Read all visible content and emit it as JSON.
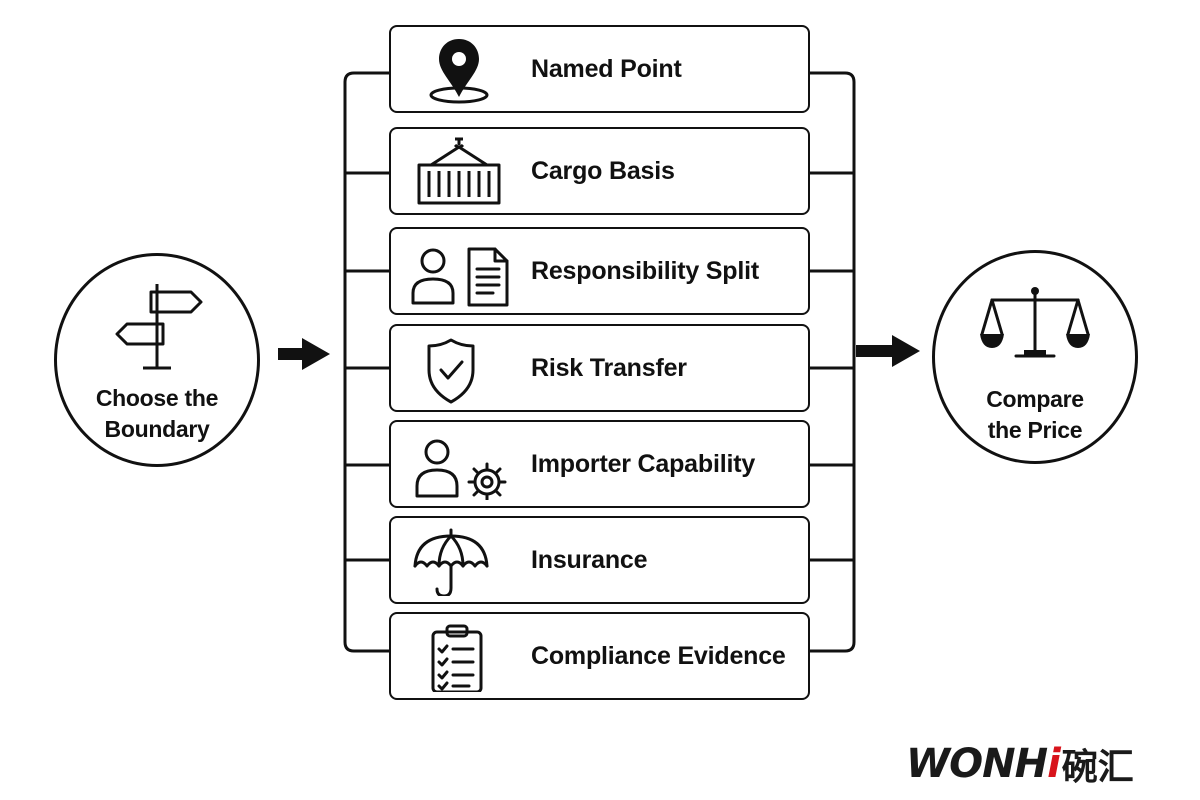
{
  "start_node": {
    "label_line1": "Choose the",
    "label_line2": "Boundary",
    "icon": "signpost-icon"
  },
  "end_node": {
    "label_line1": "Compare",
    "label_line2": "the Price",
    "icon": "balance-scale-icon"
  },
  "factors": [
    {
      "label": "Named Point",
      "icon": "location-pin-icon"
    },
    {
      "label": "Cargo Basis",
      "icon": "shipping-container-icon"
    },
    {
      "label": "Responsibility Split",
      "icon": "person-document-icon"
    },
    {
      "label": "Risk Transfer",
      "icon": "shield-check-icon"
    },
    {
      "label": "Importer Capability",
      "icon": "person-gear-icon"
    },
    {
      "label": "Insurance",
      "icon": "umbrella-icon"
    },
    {
      "label": "Compliance Evidence",
      "icon": "checklist-clipboard-icon"
    }
  ],
  "logo": {
    "latin_main": "WONH",
    "latin_accent": "i",
    "chinese": "碗汇"
  },
  "colors": {
    "stroke": "#111111",
    "logo_accent": "#d8141c",
    "background": "#ffffff"
  }
}
